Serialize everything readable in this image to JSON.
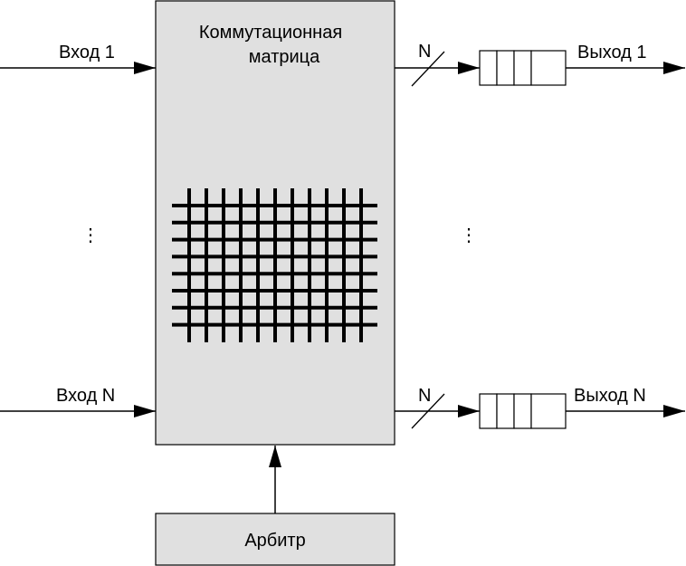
{
  "colors": {
    "block_fill": "#e0e0e0",
    "stroke": "#000000",
    "background": "#ffffff"
  },
  "switch_matrix": {
    "title_line1": "Коммутационная",
    "title_line2": "матрица"
  },
  "inputs": {
    "first_label": "Вход 1",
    "last_label": "Вход N",
    "ellipsis": "⋮"
  },
  "outputs": {
    "first_label": "Выход 1",
    "last_label": "Выход N",
    "ellipsis": "⋮",
    "bus_width_label_first": "N",
    "bus_width_label_last": "N",
    "queue_cells": 4
  },
  "arbiter": {
    "label": "Арбитр"
  }
}
